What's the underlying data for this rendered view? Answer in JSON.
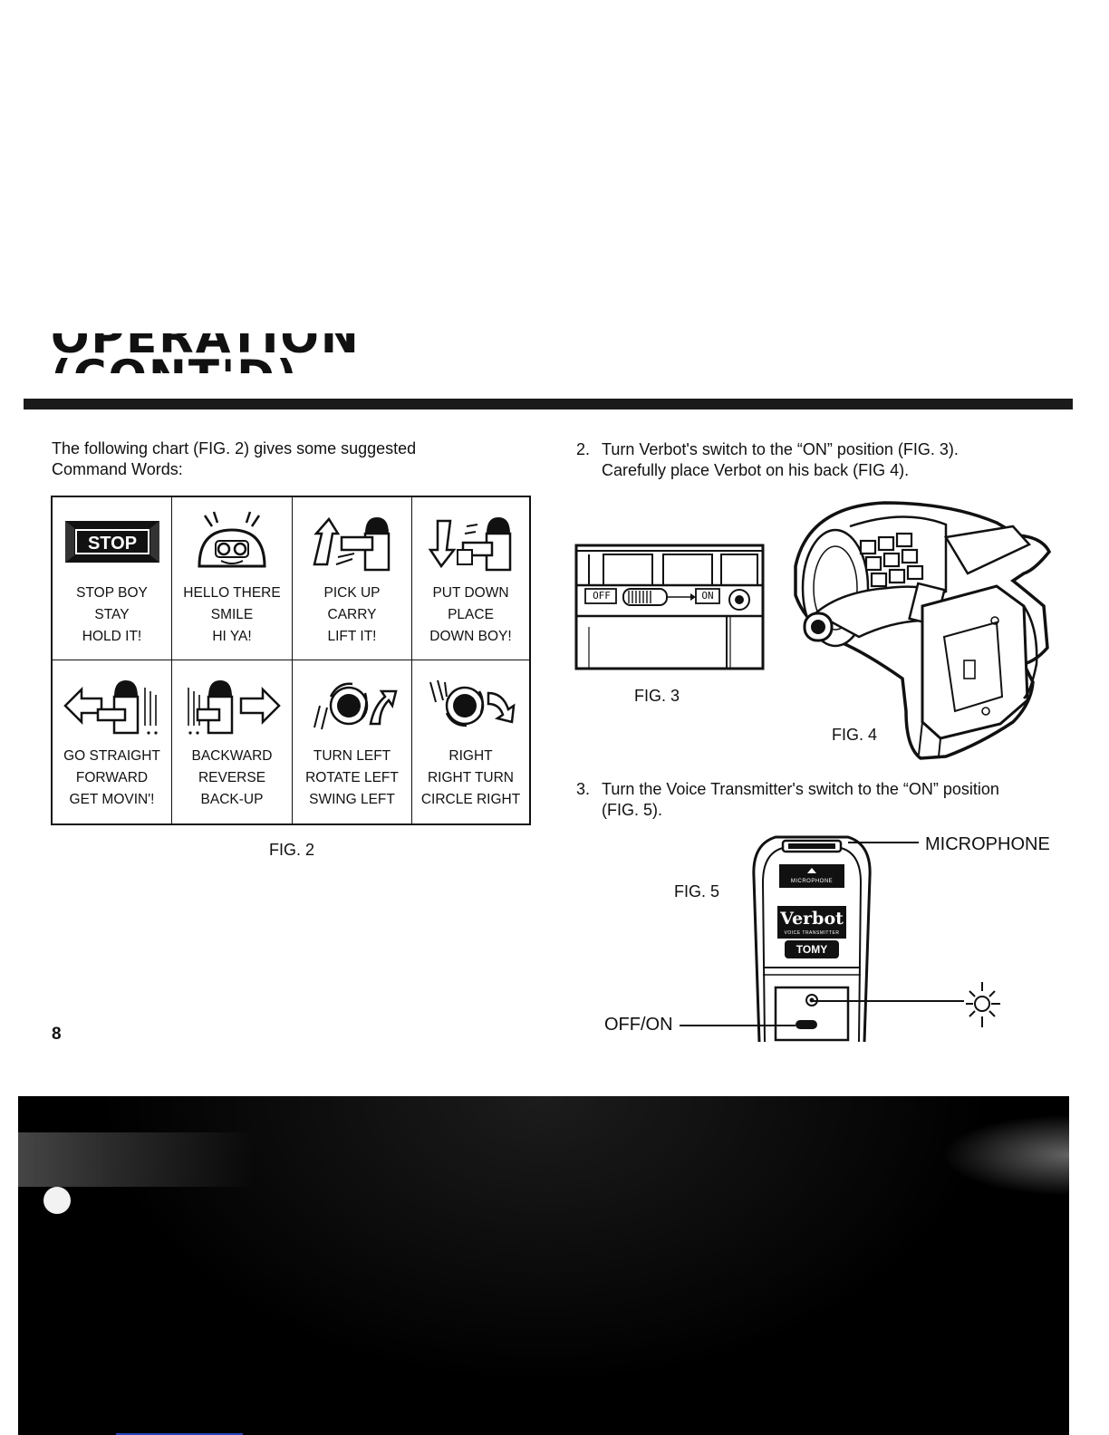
{
  "header": {
    "title": "OPERATION (CONT'D)"
  },
  "intro_text": "The following chart (FIG. 2) gives some suggested\nCommand Words:",
  "command_chart": {
    "cells": [
      {
        "icon": "stop-sign-icon",
        "words": [
          "STOP BOY",
          "STAY",
          "HOLD IT!"
        ]
      },
      {
        "icon": "smiling-robot-face-icon",
        "words": [
          "HELLO THERE",
          "SMILE",
          "HI YA!"
        ]
      },
      {
        "icon": "robot-arm-up-icon",
        "words": [
          "PICK UP",
          "CARRY",
          "LIFT IT!"
        ]
      },
      {
        "icon": "robot-arm-down-icon",
        "words": [
          "PUT DOWN",
          "PLACE",
          "DOWN BOY!"
        ]
      },
      {
        "icon": "robot-forward-arrow-icon",
        "words": [
          "GO STRAIGHT",
          "FORWARD",
          "GET MOVIN'!"
        ]
      },
      {
        "icon": "robot-backward-arrow-icon",
        "words": [
          "BACKWARD",
          "REVERSE",
          "BACK-UP"
        ]
      },
      {
        "icon": "robot-turn-left-icon",
        "words": [
          "TURN LEFT",
          "ROTATE LEFT",
          "SWING LEFT"
        ]
      },
      {
        "icon": "robot-turn-right-icon",
        "words": [
          "RIGHT",
          "RIGHT TURN",
          "CIRCLE RIGHT"
        ]
      }
    ],
    "caption": "FIG. 2"
  },
  "steps": [
    {
      "number": "2.",
      "text": "Turn Verbot's switch to the “ON” position (FIG. 3).\nCarefully place Verbot on his back (FIG 4)."
    },
    {
      "number": "3.",
      "text": "Turn the Voice Transmitter's switch to the “ON” position\n(FIG. 5)."
    }
  ],
  "fig3": {
    "caption": "FIG. 3",
    "off_label": "OFF",
    "on_label": "ON"
  },
  "fig4": {
    "caption": "FIG. 4"
  },
  "fig5": {
    "caption": "FIG. 5",
    "callouts": {
      "microphone": "MICROPHONE",
      "switch": "OFF/ON"
    },
    "device_labels": {
      "mic": "MICROPHONE",
      "brand": "Verbot",
      "subtitle": "VOICE TRANSMITTER",
      "maker": "TOMY"
    },
    "light_icon": "light-sun-icon"
  },
  "page_number": "8"
}
